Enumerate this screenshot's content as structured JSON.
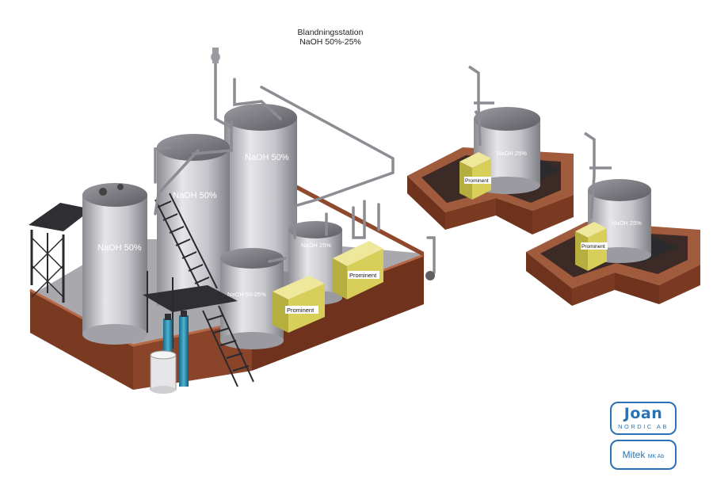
{
  "header": {
    "title_line1": "Blandningsstation",
    "title_line2": "NaOH 50%-25%"
  },
  "main_station": {
    "tank_left_label": "NaOH 50%",
    "tank_middle_label": "NaOH 50%",
    "tank_back_label": "NaOH 50%",
    "tank_mix_label": "NaOH 50-25%",
    "tank_small_label": "NaOH 25%",
    "pump_front_label": "Prominent",
    "pump_back_label": "Prominent"
  },
  "satellite_1": {
    "tank_label": "NaOH 25%",
    "pump_label": "Prominent"
  },
  "satellite_2": {
    "tank_label": "NaOH 25%",
    "pump_label": "Prominent"
  },
  "logos": {
    "joan_main": "Joan",
    "joan_sub": "NORDIC AB",
    "mitek_main": "Mitek",
    "mitek_sub": "MK Ab"
  },
  "colors": {
    "bund_side": "#7a3a22",
    "bund_top": "#a05a3c",
    "tank_body": "#cfcfd4",
    "pump_yellow": "#d8cf5a",
    "logo_blue": "#2a72b5"
  }
}
